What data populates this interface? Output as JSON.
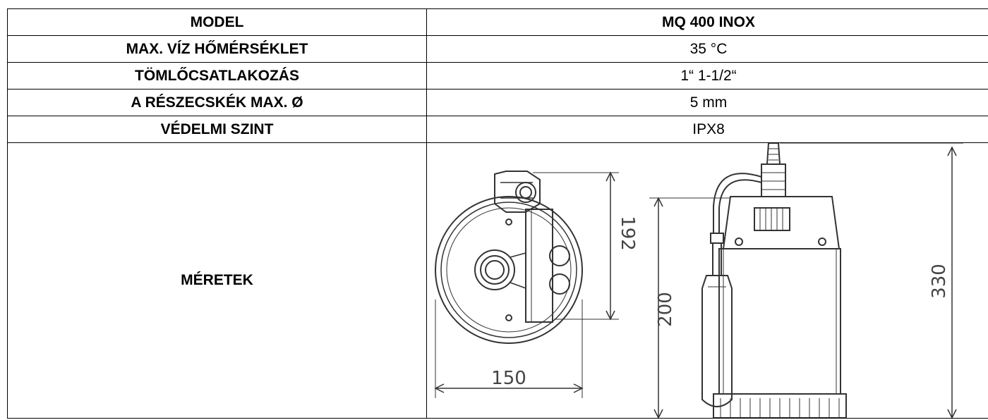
{
  "table": {
    "rows": [
      {
        "key": "MODEL",
        "value": "MQ 400 INOX"
      },
      {
        "key": "MAX. VÍZ HŐMÉRSÉKLET",
        "value": "35 °C"
      },
      {
        "key": "TÖMLŐCSATLAKOZÁS",
        "value": "1“ 1-1/2“"
      },
      {
        "key": "A RÉSZECSKÉK MAX. Ø",
        "value": "5 mm"
      },
      {
        "key": "VÉDELMI SZINT",
        "value": "IPX8"
      }
    ],
    "dimensions_label": "MÉRETEK"
  },
  "drawing": {
    "top_view": {
      "depth_label": "192",
      "width_label": "150"
    },
    "side_view": {
      "body_height_label": "200",
      "total_height_label": "330"
    }
  }
}
